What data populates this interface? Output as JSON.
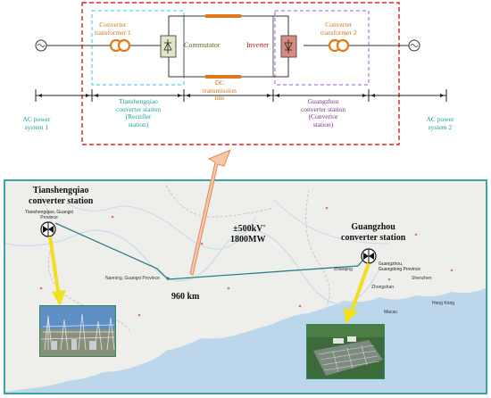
{
  "top": {
    "ac_source_1": "AC power system 1",
    "ac_source_2": "AC power system 2",
    "converter_transformer_1": [
      "Converter",
      "transformer 1"
    ],
    "converter_transformer_2": [
      "Converter",
      "transformer 2"
    ],
    "commutator": "Commutator",
    "inverter": "Inverter",
    "dc_line": [
      "DC",
      "transmission",
      "line"
    ],
    "station_1": [
      "Tianshengqiao",
      "converter station",
      "(Rectifier",
      "station)"
    ],
    "station_2": [
      "Guangzhou",
      "converter station",
      "(Convertor",
      "station)"
    ],
    "ac_system_1": [
      "AC power",
      "system 1"
    ],
    "ac_system_2": [
      "AC power",
      "system 2"
    ]
  },
  "map": {
    "station_left_title": [
      "Tianshengqiao",
      "converter station"
    ],
    "station_left_location": [
      "Tianshengqiao, Guangxi",
      "Province"
    ],
    "station_right_title": [
      "Guangzhou",
      "converter station"
    ],
    "station_right_location": [
      "Guangzhou,",
      "Guangdong Province"
    ],
    "rating": [
      "±500kV",
      "1800MW"
    ],
    "distance": "960 km",
    "waypoint": "Nanning, Guangxi Province",
    "cities": {
      "zhaoqing": "Zhaoqing",
      "zhongshan": "Zhongshan",
      "shenzhen": "Shenzhen",
      "macao": "Macao",
      "hongkong": "Hong Kong"
    },
    "colors": {
      "frame": "#3aa6a6",
      "route": "#2a7f86",
      "arrow_yellow": "#f0e020",
      "arrow_orange": "#e8a070",
      "dashed_red": "#e02020"
    }
  }
}
